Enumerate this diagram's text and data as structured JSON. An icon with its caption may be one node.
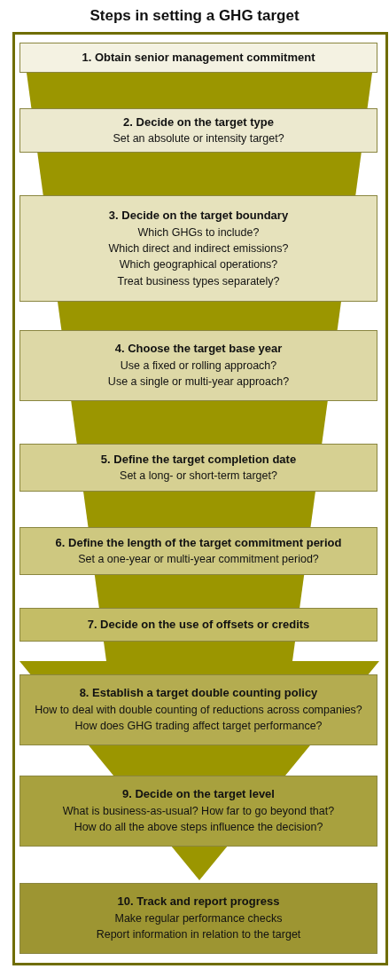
{
  "diagram": {
    "title": "Steps in setting a GHG target",
    "nodes": [
      {
        "text": [
          "1. Obtain senior management commitment"
        ]
      },
      {
        "text": [
          "2. Decide on the target type",
          "Set an absolute or intensity target?"
        ]
      },
      {
        "text": [
          "3. Decide on the target boundary",
          "Which GHGs to include?",
          "Which direct and indirect emissions?",
          "Which geographical operations?",
          "Treat business types separately?"
        ]
      },
      {
        "text": [
          "4. Choose the target base year",
          "Use a fixed or rolling approach?",
          "Use a single or multi-year approach?"
        ]
      },
      {
        "text": [
          "5. Define the target completion date",
          "Set a long- or short-term target?"
        ]
      },
      {
        "text": [
          "6. Define the length of the target commitment period",
          "Set a one-year or multi-year commitment period?"
        ]
      },
      {
        "text": [
          "7. Decide on the use of offsets or credits"
        ]
      },
      {
        "text": [
          "8. Establish a target double counting policy",
          "How to deal with double counting of reductions across companies?",
          "How does GHG trading affect target performance?"
        ]
      },
      {
        "text": [
          "9. Decide on the target level",
          "What is business-as-usual? How far to go beyond that?",
          "How do all the above steps influence the decision?"
        ]
      },
      {
        "text": [
          "10. Track and report progress",
          "Make regular performance checks",
          "Report information in relation to the target"
        ]
      }
    ]
  }
}
